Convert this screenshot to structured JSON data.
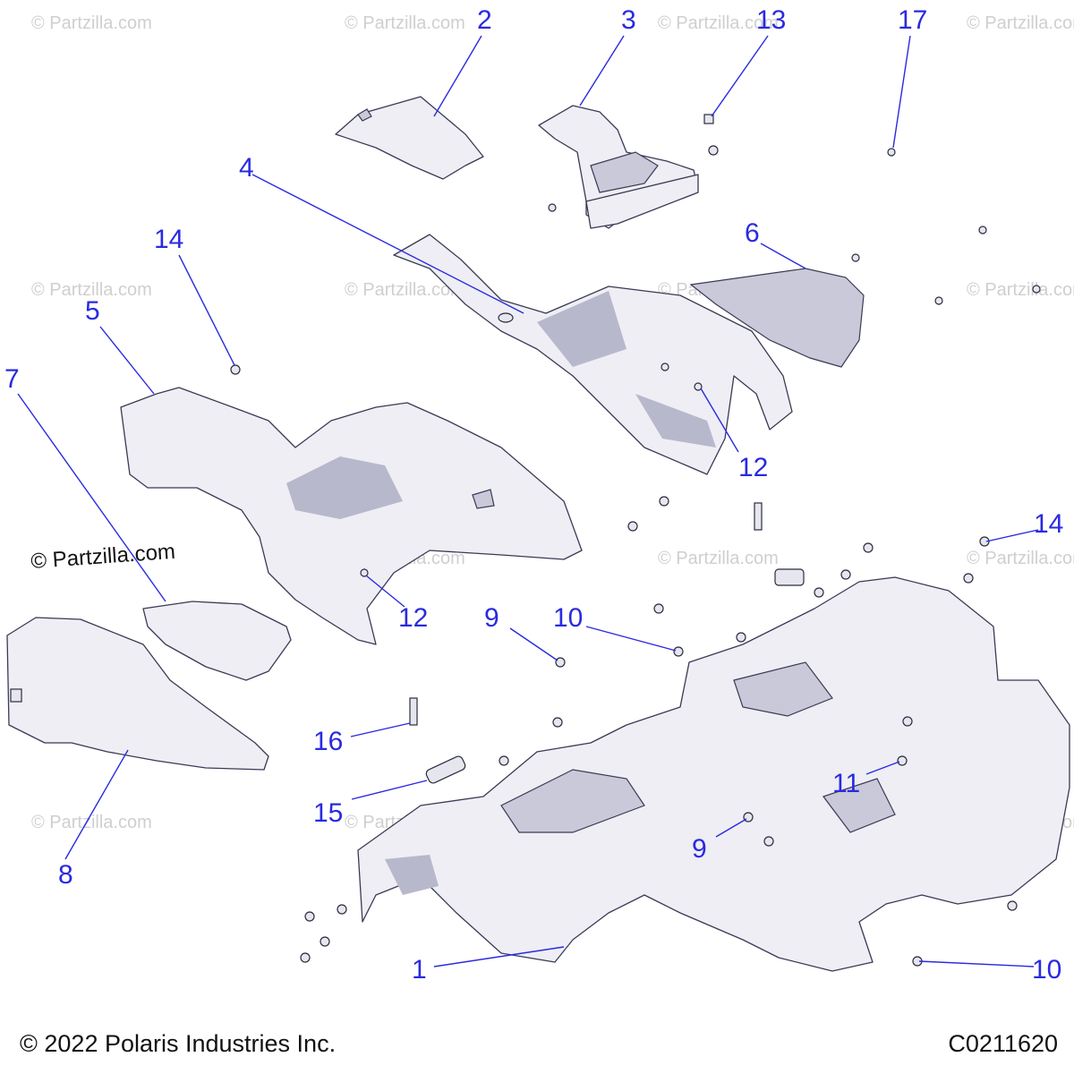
{
  "watermark": "© Partzilla.com",
  "footer": {
    "copyright": "© 2022 Polaris Industries Inc.",
    "drawing_code": "C0211620"
  },
  "callouts": [
    "2",
    "3",
    "13",
    "17",
    "4",
    "14",
    "6",
    "5",
    "7",
    "12",
    "14",
    "12",
    "9",
    "10",
    "16",
    "11",
    "15",
    "9",
    "8",
    "1",
    "10"
  ],
  "colors": {
    "callout": "#2a2ae0",
    "outline": "#3a3a55",
    "part_fill": "#eeeef4"
  }
}
